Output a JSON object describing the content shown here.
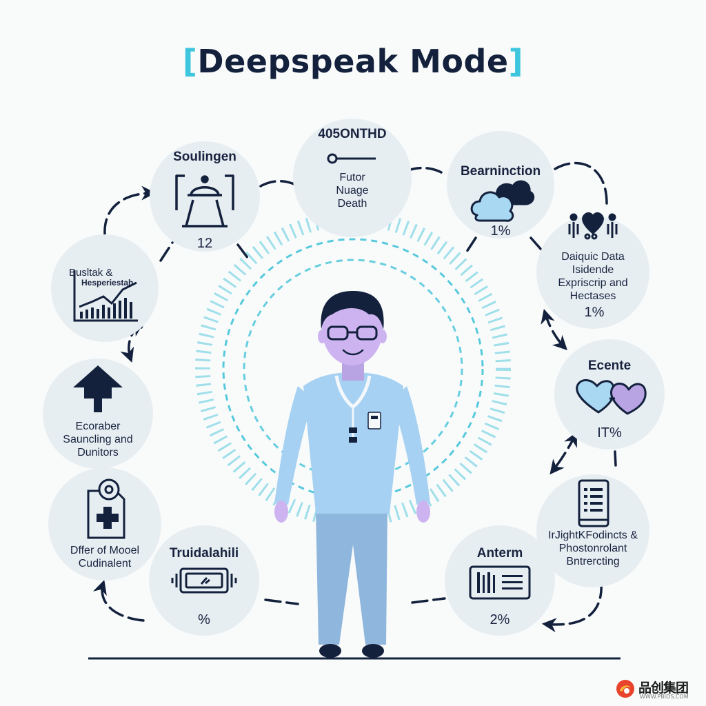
{
  "title": {
    "open": "[",
    "text": "Deepspeak Mode",
    "close": "]"
  },
  "nodes": {
    "top_center": {
      "head": "405ONTHD",
      "lines": [
        "Futor",
        "Nuage",
        "Death"
      ]
    },
    "top_left": {
      "head": "Soulingen",
      "value": "12"
    },
    "top_right": {
      "head": "Bearninction",
      "value": "1%"
    },
    "left_upper": {
      "lines": [
        "Busltak &",
        "Hesperiestah"
      ]
    },
    "right_upper": {
      "lines": [
        "Daiquic Data",
        "Isidende",
        "Expriscrip and",
        "Hectases"
      ],
      "value": "1%"
    },
    "left_middle": {
      "lines": [
        "Ecoraber",
        "Sauncling and",
        "Dunitors"
      ]
    },
    "right_middle": {
      "head": "Ecente",
      "value": "IT%"
    },
    "left_lower": {
      "lines": [
        "Dffer of Mooel",
        "Cudinalent"
      ]
    },
    "right_lower": {
      "lines": [
        "IrJightKFodincts &",
        "Phostonrolant",
        "Bntrercting"
      ]
    },
    "bottom_left": {
      "head": "Truidalahili",
      "value": "%"
    },
    "bottom_right": {
      "head": "Anterm",
      "value": "2%"
    }
  },
  "watermark": {
    "name": "品创集团",
    "url": "WWW.PBIDS.COM"
  },
  "colors": {
    "navy": "#13213d",
    "accent_cyan": "#3fc6df",
    "node_fill": "#e7eef2",
    "shirt": "#a6d1f2",
    "pants": "#8fb6dc",
    "skin": "#cdb4f0",
    "heart_blue": "#a8d8f2",
    "heart_purple": "#b9a4e3"
  }
}
